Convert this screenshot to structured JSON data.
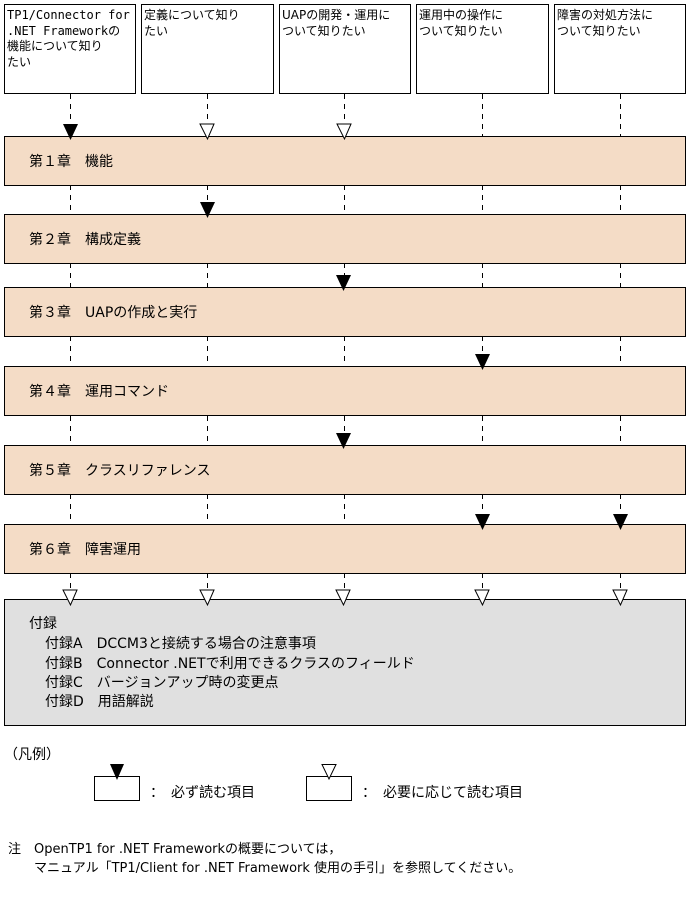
{
  "questions": [
    {
      "id": "q1",
      "text": "TP1/Connector for\n.NET Frameworkの\n機能について知り\nたい"
    },
    {
      "id": "q2",
      "text": "定義について知り\nたい"
    },
    {
      "id": "q3",
      "text": "UAPの開発・運用に\nついて知りたい"
    },
    {
      "id": "q4",
      "text": "運用中の操作に\nついて知りたい"
    },
    {
      "id": "q5",
      "text": "障害の対処方法に\nついて知りたい"
    }
  ],
  "chapters": [
    {
      "label": "第１章　機能",
      "required_from": [
        "q1"
      ],
      "optional_from": [
        "q2",
        "q3"
      ]
    },
    {
      "label": "第２章　構成定義",
      "required_from": [
        "q2"
      ],
      "optional_from": []
    },
    {
      "label": "第３章　UAPの作成と実行",
      "required_from": [
        "q3"
      ],
      "optional_from": []
    },
    {
      "label": "第４章　運用コマンド",
      "required_from": [
        "q4"
      ],
      "optional_from": []
    },
    {
      "label": "第５章　クラスリファレンス",
      "required_from": [
        "q3"
      ],
      "optional_from": []
    },
    {
      "label": "第６章　障害運用",
      "required_from": [
        "q4",
        "q5"
      ],
      "optional_from": []
    }
  ],
  "appendix": {
    "title": "付録",
    "optional_from": [
      "q1",
      "q2",
      "q3",
      "q4",
      "q5"
    ],
    "items": [
      "付録A　DCCM3と接続する場合の注意事項",
      "付録B　Connector .NETで利用できるクラスのフィールド",
      "付録C　バージョンアップ時の変更点",
      "付録D　用語解説"
    ]
  },
  "legend": {
    "title": "（凡例）",
    "required": "：　必ず読む項目",
    "optional": "：　必要に応じて読む項目"
  },
  "note": {
    "line1": "注　OpenTP1 for .NET Frameworkの概要については，",
    "line2": "　　マニュアル「TP1/Client for .NET Framework 使用の手引」を参照してください。"
  },
  "colors": {
    "chapter_fill": "#f4dcc6",
    "appendix_fill": "#e0e0e0",
    "border": "#000000"
  }
}
